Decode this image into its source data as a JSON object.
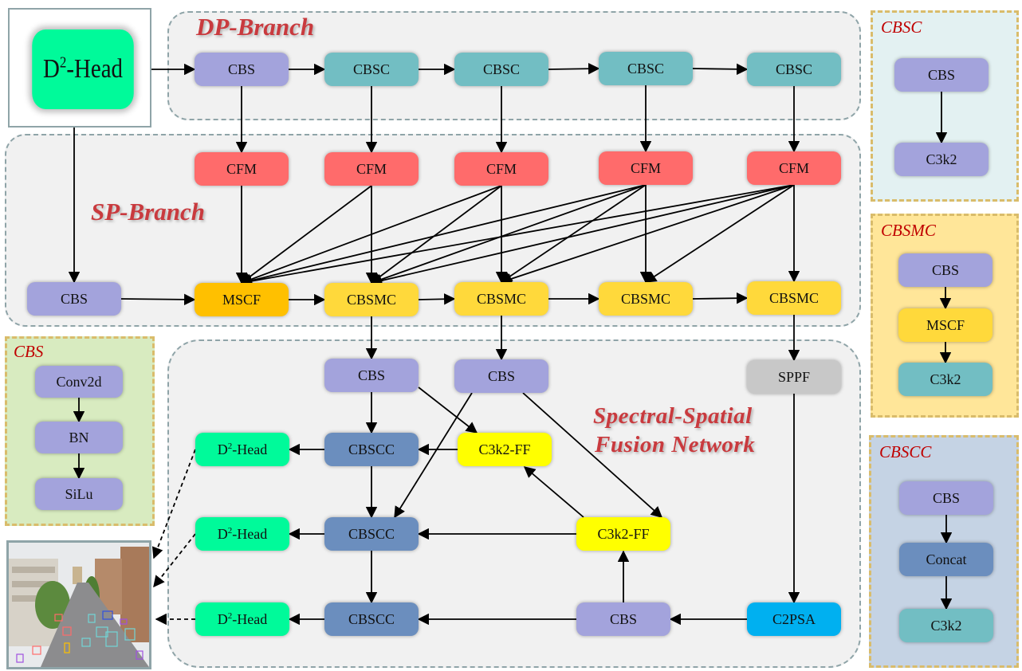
{
  "regions": {
    "dp_branch": {
      "title": "DP-Branch"
    },
    "sp_branch": {
      "title": "SP-Branch"
    },
    "fusion": {
      "title_line1": "Spectral-Spatial",
      "title_line2": "Fusion Network"
    }
  },
  "colors": {
    "cbs": "#a3a3dc",
    "cbsc": "#72bec3",
    "cfm": "#ff6b6b",
    "mscf": "#ffc000",
    "cbsmc": "#ffd93b",
    "cbscc": "#6b8ebe",
    "c3k2ff": "#ffff00",
    "head": "#00fa9a",
    "sppf": "#c8c8c8",
    "c2psa": "#00b0f0",
    "title_red": "#c93a3e",
    "legend_red": "#c00000"
  },
  "input_head": {
    "label": "D",
    "sup": "2",
    "suffix": "-Head"
  },
  "nodes": [
    {
      "id": "dp_cbs",
      "label": "CBS",
      "type": "cbs"
    },
    {
      "id": "dp_cbsc1",
      "label": "CBSC",
      "type": "cbsc"
    },
    {
      "id": "dp_cbsc2",
      "label": "CBSC",
      "type": "cbsc"
    },
    {
      "id": "dp_cbsc3",
      "label": "CBSC",
      "type": "cbsc"
    },
    {
      "id": "dp_cbsc4",
      "label": "CBSC",
      "type": "cbsc"
    },
    {
      "id": "cfm1",
      "label": "CFM",
      "type": "cfm"
    },
    {
      "id": "cfm2",
      "label": "CFM",
      "type": "cfm"
    },
    {
      "id": "cfm3",
      "label": "CFM",
      "type": "cfm"
    },
    {
      "id": "cfm4",
      "label": "CFM",
      "type": "cfm"
    },
    {
      "id": "cfm5",
      "label": "CFM",
      "type": "cfm"
    },
    {
      "id": "sp_cbs",
      "label": "CBS",
      "type": "cbs"
    },
    {
      "id": "mscf",
      "label": "MSCF",
      "type": "mscf"
    },
    {
      "id": "cbsmc1",
      "label": "CBSMC",
      "type": "cbsmc"
    },
    {
      "id": "cbsmc2",
      "label": "CBSMC",
      "type": "cbsmc"
    },
    {
      "id": "cbsmc3",
      "label": "CBSMC",
      "type": "cbsmc"
    },
    {
      "id": "cbsmc4",
      "label": "CBSMC",
      "type": "cbsmc"
    },
    {
      "id": "f_cbs1",
      "label": "CBS",
      "type": "cbs"
    },
    {
      "id": "f_cbs2",
      "label": "CBS",
      "type": "cbs"
    },
    {
      "id": "sppf",
      "label": "SPPF",
      "type": "sppf"
    },
    {
      "id": "head1",
      "label": "D",
      "sup": "2",
      "suffix": "-Head",
      "type": "head"
    },
    {
      "id": "cbscc1",
      "label": "CBSCC",
      "type": "cbscc"
    },
    {
      "id": "c3k2ff1",
      "label": "C3k2-FF",
      "type": "c3k2ff"
    },
    {
      "id": "head2",
      "label": "D",
      "sup": "2",
      "suffix": "-Head",
      "type": "head"
    },
    {
      "id": "cbscc2",
      "label": "CBSCC",
      "type": "cbscc"
    },
    {
      "id": "c3k2ff2",
      "label": "C3k2-FF",
      "type": "c3k2ff"
    },
    {
      "id": "head3",
      "label": "D",
      "sup": "2",
      "suffix": "-Head",
      "type": "head"
    },
    {
      "id": "cbscc3",
      "label": "CBSCC",
      "type": "cbscc"
    },
    {
      "id": "f_cbs3",
      "label": "CBS",
      "type": "cbs"
    },
    {
      "id": "c2psa",
      "label": "C2PSA",
      "type": "c2psa"
    }
  ],
  "edges": [
    [
      "input_head",
      "dp_cbs"
    ],
    [
      "dp_cbs",
      "dp_cbsc1"
    ],
    [
      "dp_cbsc1",
      "dp_cbsc2"
    ],
    [
      "dp_cbsc2",
      "dp_cbsc3"
    ],
    [
      "dp_cbsc3",
      "dp_cbsc4"
    ],
    [
      "dp_cbs",
      "cfm1"
    ],
    [
      "dp_cbsc1",
      "cfm2"
    ],
    [
      "dp_cbsc2",
      "cfm3"
    ],
    [
      "dp_cbsc3",
      "cfm4"
    ],
    [
      "dp_cbsc4",
      "cfm5"
    ],
    [
      "input_head",
      "sp_cbs"
    ],
    [
      "sp_cbs",
      "mscf"
    ],
    [
      "mscf",
      "cbsmc1"
    ],
    [
      "cbsmc1",
      "cbsmc2"
    ],
    [
      "cbsmc2",
      "cbsmc3"
    ],
    [
      "cbsmc3",
      "cbsmc4"
    ],
    [
      "cfm1",
      "mscf"
    ],
    [
      "cfm2",
      "mscf"
    ],
    [
      "cfm3",
      "mscf"
    ],
    [
      "cfm4",
      "mscf"
    ],
    [
      "cfm5",
      "mscf"
    ],
    [
      "cfm2",
      "cbsmc1"
    ],
    [
      "cfm3",
      "cbsmc1"
    ],
    [
      "cfm4",
      "cbsmc1"
    ],
    [
      "cfm5",
      "cbsmc1"
    ],
    [
      "cfm3",
      "cbsmc2"
    ],
    [
      "cfm4",
      "cbsmc2"
    ],
    [
      "cfm5",
      "cbsmc2"
    ],
    [
      "cfm4",
      "cbsmc3"
    ],
    [
      "cfm5",
      "cbsmc3"
    ],
    [
      "cfm5",
      "cbsmc4"
    ],
    [
      "cbsmc1",
      "f_cbs1"
    ],
    [
      "cbsmc2",
      "f_cbs2"
    ],
    [
      "cbsmc4",
      "sppf"
    ],
    [
      "f_cbs1",
      "cbscc1"
    ],
    [
      "f_cbs1",
      "c3k2ff1"
    ],
    [
      "f_cbs2",
      "cbscc2"
    ],
    [
      "f_cbs2",
      "c3k2ff2"
    ],
    [
      "c3k2ff1",
      "cbscc1"
    ],
    [
      "cbscc1",
      "head1"
    ],
    [
      "cbscc1",
      "cbscc2"
    ],
    [
      "c3k2ff2",
      "c3k2ff1"
    ],
    [
      "c3k2ff2",
      "cbscc2"
    ],
    [
      "cbscc2",
      "head2"
    ],
    [
      "cbscc2",
      "cbscc3"
    ],
    [
      "sppf",
      "c2psa"
    ],
    [
      "c2psa",
      "f_cbs3"
    ],
    [
      "f_cbs3",
      "c3k2ff2"
    ],
    [
      "f_cbs3",
      "cbscc3"
    ],
    [
      "cbscc3",
      "head3"
    ]
  ],
  "output_edges": [
    [
      "head1",
      "output_image"
    ],
    [
      "head2",
      "output_image"
    ],
    [
      "head3",
      "output_image"
    ]
  ],
  "legends": [
    {
      "id": "legend_cbsc",
      "title": "CBSC",
      "items": [
        {
          "label": "CBS",
          "type": "cbs"
        },
        {
          "label": "C3k2",
          "type": "cbs"
        }
      ]
    },
    {
      "id": "legend_cbsmc",
      "title": "CBSMC",
      "items": [
        {
          "label": "CBS",
          "type": "cbs"
        },
        {
          "label": "MSCF",
          "type": "cbsmc"
        },
        {
          "label": "C3k2",
          "type": "cbsc"
        }
      ]
    },
    {
      "id": "legend_cbscc",
      "title": "CBSCC",
      "items": [
        {
          "label": "CBS",
          "type": "cbs"
        },
        {
          "label": "Concat",
          "type": "cbscc"
        },
        {
          "label": "C3k2",
          "type": "cbsc"
        }
      ]
    },
    {
      "id": "legend_cbs",
      "title": "CBS",
      "items": [
        {
          "label": "Conv2d",
          "type": "cbs"
        },
        {
          "label": "BN",
          "type": "cbs"
        },
        {
          "label": "SiLu",
          "type": "cbs"
        }
      ]
    }
  ],
  "output_image": {
    "description": "street-scene-detection-result"
  }
}
